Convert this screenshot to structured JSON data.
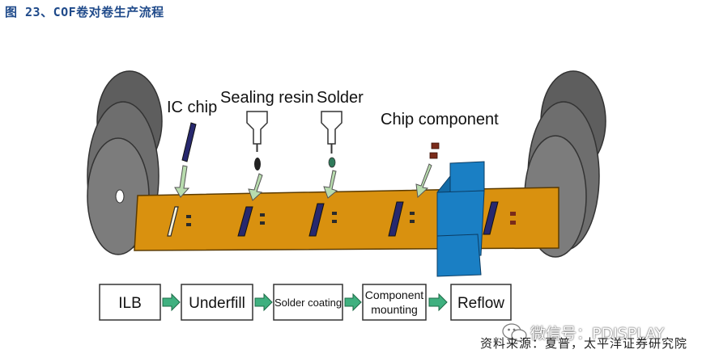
{
  "figure": {
    "title": "图 23、COF卷对卷生产流程",
    "source": "资料来源：夏普，太平洋证券研究院",
    "watermark": "微信号：PDISPLAY"
  },
  "labels": {
    "ic_chip": "IC chip",
    "sealing_resin": "Sealing resin",
    "solder": "Solder",
    "chip_component": "Chip component"
  },
  "steps": [
    {
      "label_lines": [
        "ILB"
      ]
    },
    {
      "label_lines": [
        "Underfill"
      ]
    },
    {
      "label_lines": [
        "Solder coating"
      ]
    },
    {
      "label_lines": [
        "Component",
        "mounting"
      ]
    },
    {
      "label_lines": [
        "Reflow"
      ]
    }
  ],
  "colors": {
    "tape": "#d9910f",
    "reel": "#7a7a7a",
    "furnace": "#1a7fc4",
    "arrow": "#3fb07f",
    "pointer_arrow": "#b8dcae",
    "chip": "#27286e"
  }
}
